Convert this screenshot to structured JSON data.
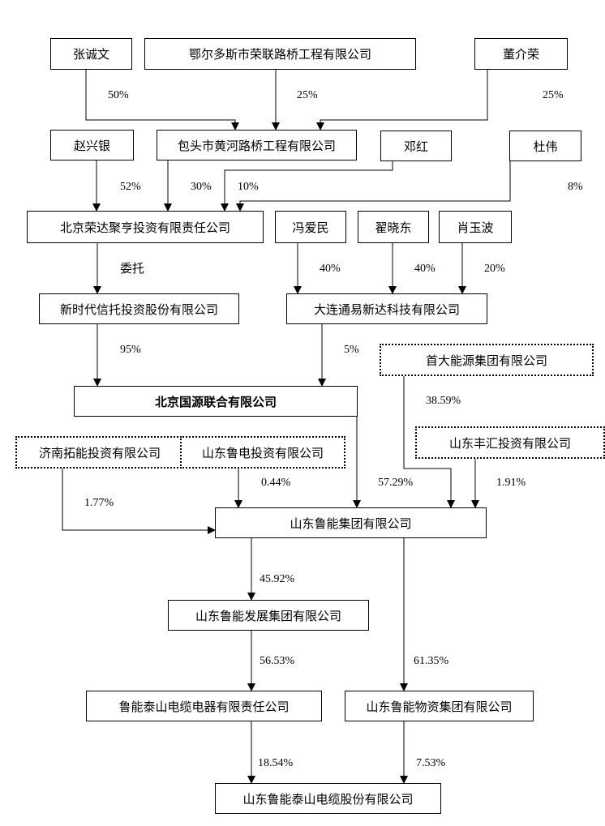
{
  "entities": {
    "zhang_chengwen": "张诚文",
    "erdos_ronglian": "鄂尔多斯市荣联路桥工程有限公司",
    "dong_jierong": "董介荣",
    "zhao_xingyin": "赵兴银",
    "baotou_huanghe": "包头市黄河路桥工程有限公司",
    "deng_hong": "邓红",
    "du_wei": "杜伟",
    "beijing_rongda": "北京荣达聚亨投资有限责任公司",
    "feng_aimin": "冯爱民",
    "zhai_xiaodong": "翟晓东",
    "xiao_yubo": "肖玉波",
    "xinshidai_trust": "新时代信托投资股份有限公司",
    "dalian_tongyi": "大连通易新达科技有限公司",
    "shouda_energy": "首大能源集团有限公司",
    "beijing_guoyuan": "北京国源联合有限公司",
    "shandong_fenghui": "山东丰汇投资有限公司",
    "jinan_tuoneng": "济南拓能投资有限公司",
    "shandong_ludian": "山东鲁电投资有限公司",
    "shandong_luneng": "山东鲁能集团有限公司",
    "luneng_fazhan": "山东鲁能发展集团有限公司",
    "luneng_taishan_dianlan": "鲁能泰山电缆电器有限责任公司",
    "luneng_wuzi": "山东鲁能物资集团有限公司",
    "luneng_taishan_gufen": "山东鲁能泰山电缆股份有限公司"
  },
  "labels": {
    "zhang_to_baotou": "50%",
    "erdos_to_baotou": "25%",
    "dong_to_baotou": "25%",
    "zhao_to_rongda": "52%",
    "baotou_to_rongda": "30%",
    "deng_to_rongda": "10%",
    "du_to_rongda": "8%",
    "rongda_to_xinshidai": "委托",
    "feng_to_dalian": "40%",
    "zhai_to_dalian": "40%",
    "xiao_to_dalian": "20%",
    "xinshidai_to_guoyuan": "95%",
    "dalian_to_guoyuan": "5%",
    "shouda_to_luneng": "38.59%",
    "jinan_to_luneng": "1.77%",
    "ludian_to_luneng": "0.44%",
    "guoyuan_to_luneng": "57.29%",
    "fenghui_to_luneng": "1.91%",
    "luneng_to_fazhan": "45.92%",
    "fazhan_to_dianlan": "56.53%",
    "luneng_to_wuzi": "61.35%",
    "dianlan_to_gufen": "18.54%",
    "wuzi_to_gufen": "7.53%"
  }
}
